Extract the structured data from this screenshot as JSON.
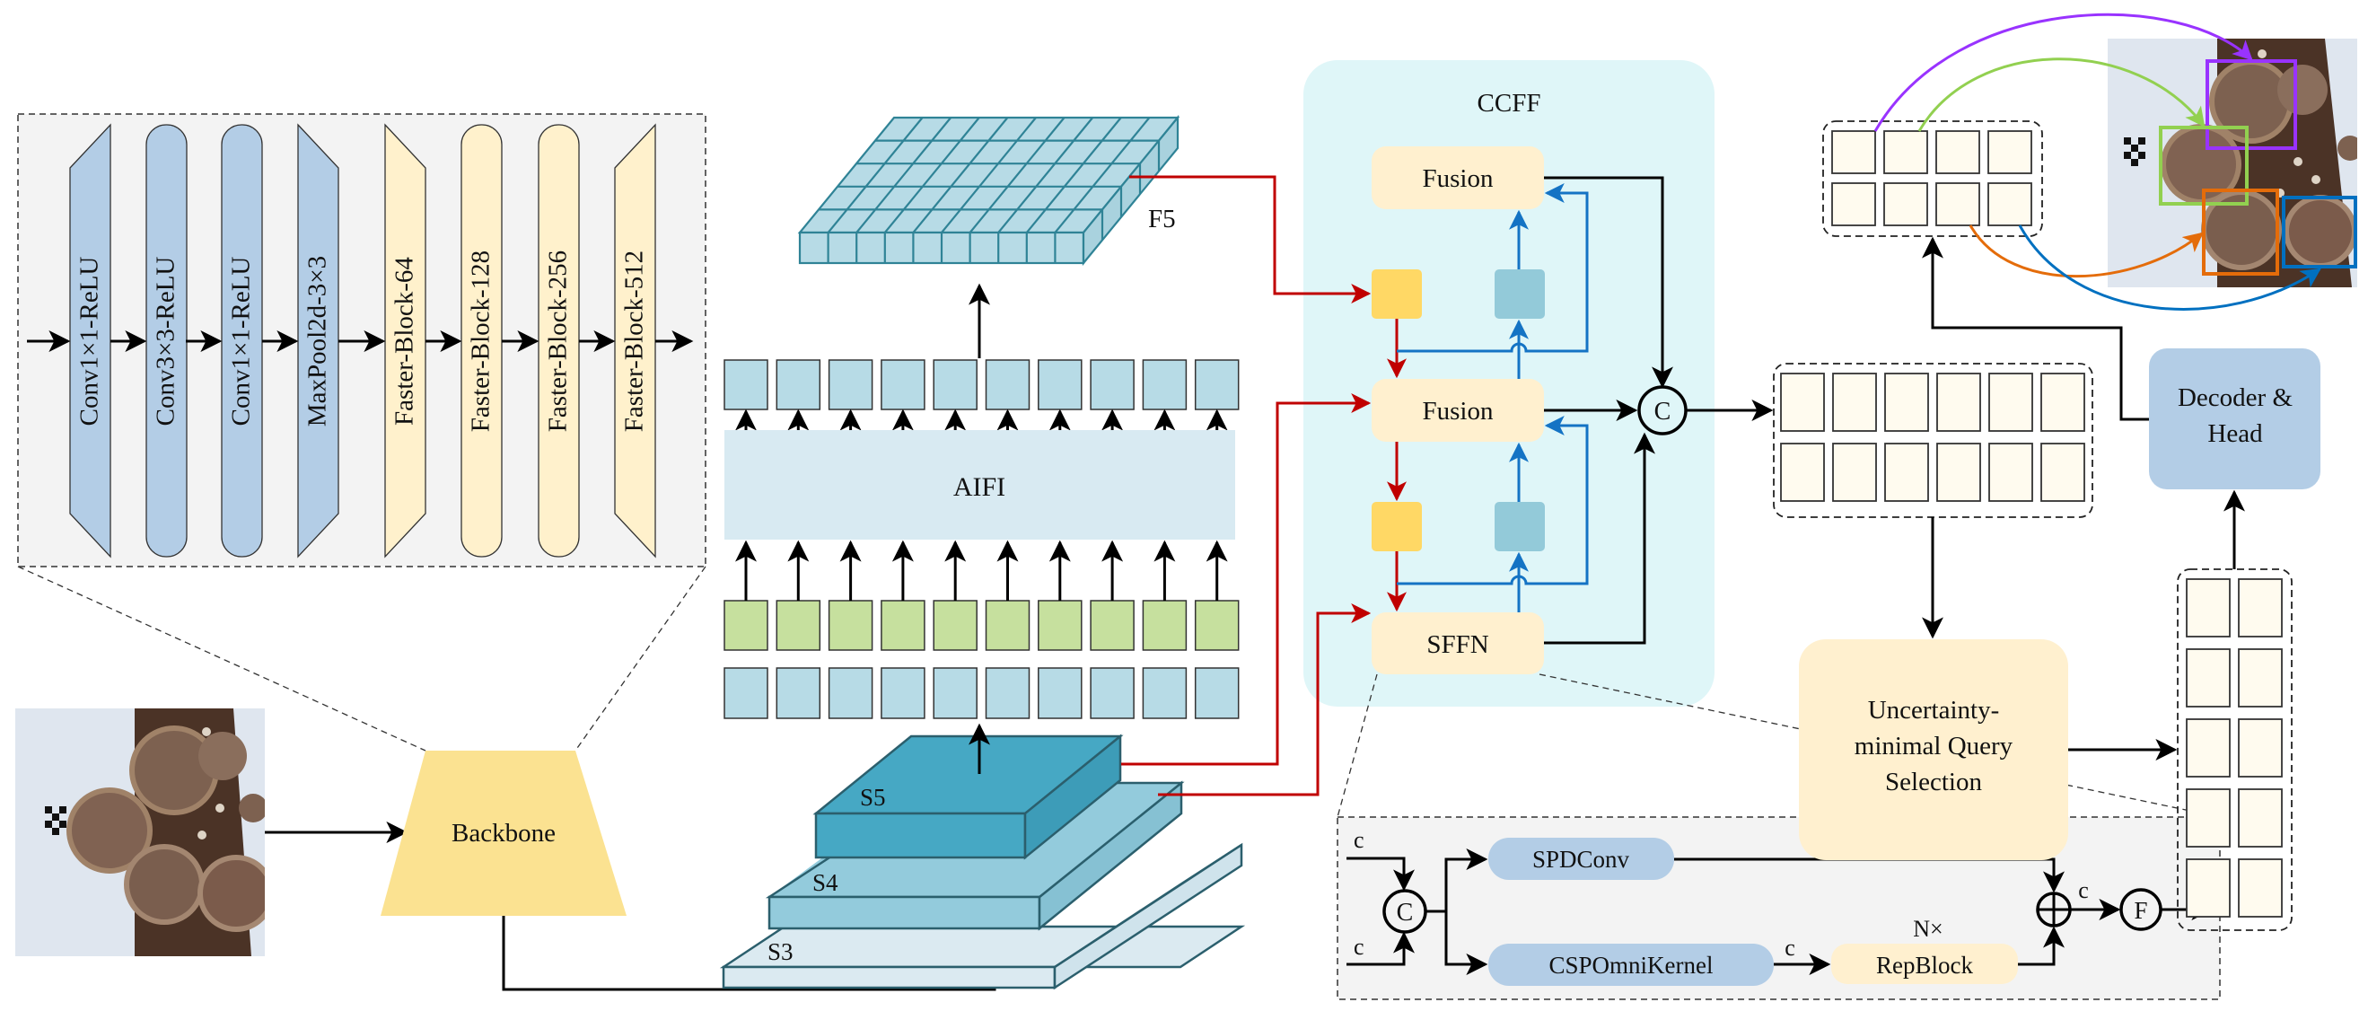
{
  "backbone_detail": {
    "blocks": [
      {
        "label": "Conv1×1-ReLU",
        "shape": "chamfer-left",
        "color": "blue"
      },
      {
        "label": "Conv3×3-ReLU",
        "shape": "pill",
        "color": "blue"
      },
      {
        "label": "Conv1×1-ReLU",
        "shape": "pill",
        "color": "blue"
      },
      {
        "label": "MaxPool2d-3×3",
        "shape": "chamfer-right",
        "color": "blue"
      },
      {
        "label": "Faster-Block-64",
        "shape": "chamfer-right",
        "color": "yellow"
      },
      {
        "label": "Faster-Block-128",
        "shape": "pill",
        "color": "yellow"
      },
      {
        "label": "Faster-Block-256",
        "shape": "pill",
        "color": "yellow"
      },
      {
        "label": "Faster-Block-512",
        "shape": "chamfer-left",
        "color": "yellow"
      }
    ]
  },
  "input_image": {
    "description": "shiitake mushrooms on log"
  },
  "backbone": {
    "label": "Backbone"
  },
  "feature_pyramid": {
    "levels": [
      "S5",
      "S4",
      "S3"
    ]
  },
  "encoder": {
    "aifi_label": "AIFI",
    "f5_label": "F5",
    "token_count": 10
  },
  "ccff": {
    "title": "CCFF",
    "fusion_top": "Fusion",
    "fusion_mid": "Fusion",
    "sffn": "SFFN",
    "concat_symbol": "C"
  },
  "sffn_detail": {
    "input_label_top": "c",
    "input_label_bottom": "c",
    "concat_symbol": "C",
    "spdconv": "SPDConv",
    "cspomnikernel": "CSPOmniKernel",
    "repblock": "RepBlock",
    "repeat": "N×",
    "edge_top": "c",
    "edge_mid": "c",
    "edge_out": "c",
    "fuse_symbol": "F"
  },
  "decoder": {
    "query_selection": [
      "Uncertainty-",
      "minimal Query",
      "Selection"
    ],
    "decoder_head": [
      "Decoder &",
      "Head"
    ],
    "encoder_tokens": {
      "rows": 2,
      "cols": 6
    },
    "queries": {
      "rows": 5,
      "cols": 2
    },
    "outputs": {
      "rows": 2,
      "cols": 4,
      "highlighted": [
        {
          "index": 0,
          "color": "#9933ff"
        },
        {
          "index": 1,
          "color": "#92d050"
        },
        {
          "index": 6,
          "color": "#e46c0a"
        },
        {
          "index": 7,
          "color": "#0070c0"
        }
      ]
    }
  },
  "colors": {
    "blue_block": "#b3cde6",
    "yellow_block": "#fff1cc",
    "token_blue": "#b7dbe6",
    "token_green": "#c6e09e",
    "ccff_bg": "#dff6f8",
    "fusion_bg": "#fff0cf",
    "ccff_yellow": "#ffd865",
    "ccff_blue": "#93cad9",
    "red_arrow": "#c00000",
    "blue_arrow": "#1473c4",
    "backbone_fill": "#fbe291",
    "decoder_fill": "#b3cde6",
    "uqs_fill": "#fff0cf",
    "cell_fill": "#fffbef"
  }
}
